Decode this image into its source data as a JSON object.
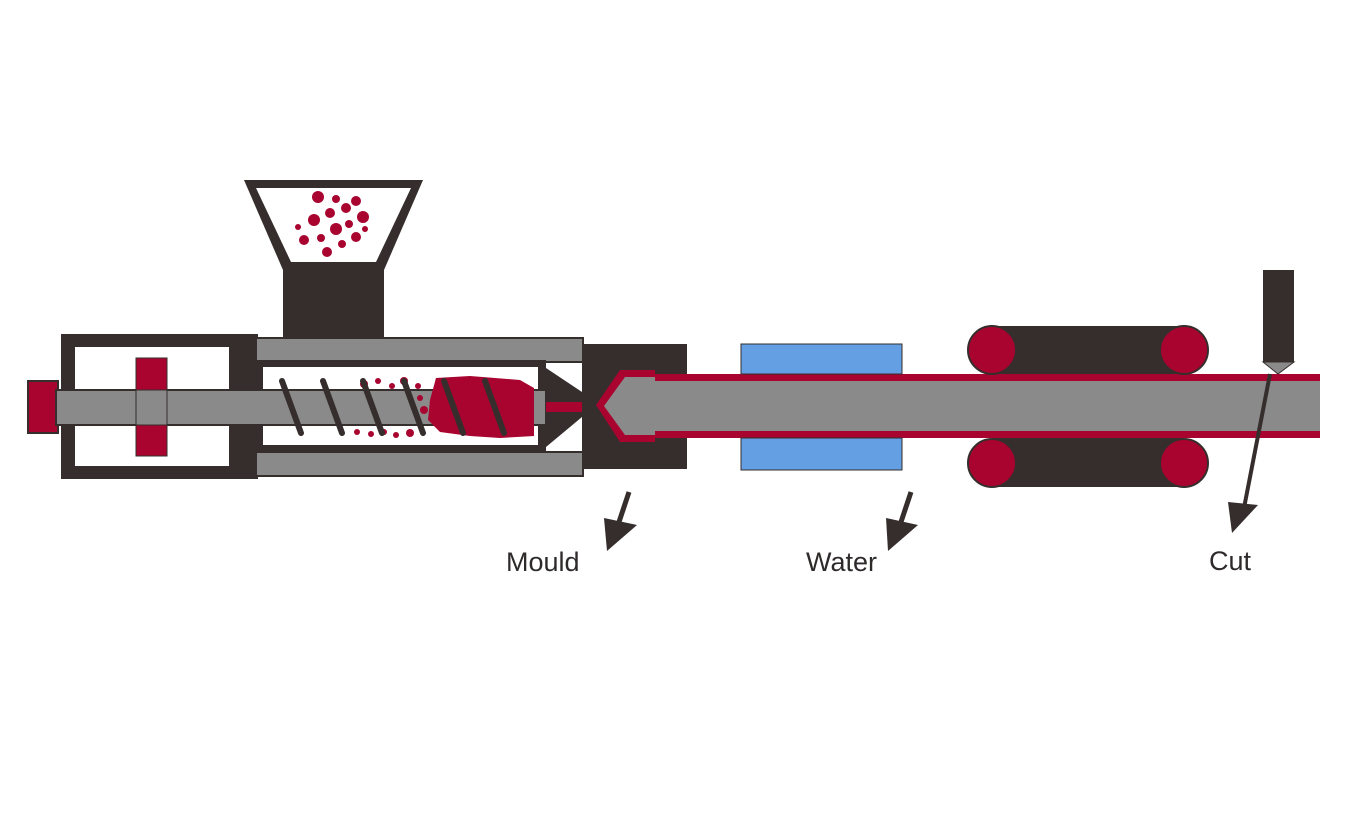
{
  "diagram": {
    "labels": {
      "mould": "Mould",
      "water": "Water",
      "cut": "Cut"
    },
    "colors": {
      "dark": "#352e2d",
      "metal": "#8a8a8a",
      "accent": "#a8042f",
      "water": "#649fe4",
      "background": "#ffffff"
    }
  }
}
